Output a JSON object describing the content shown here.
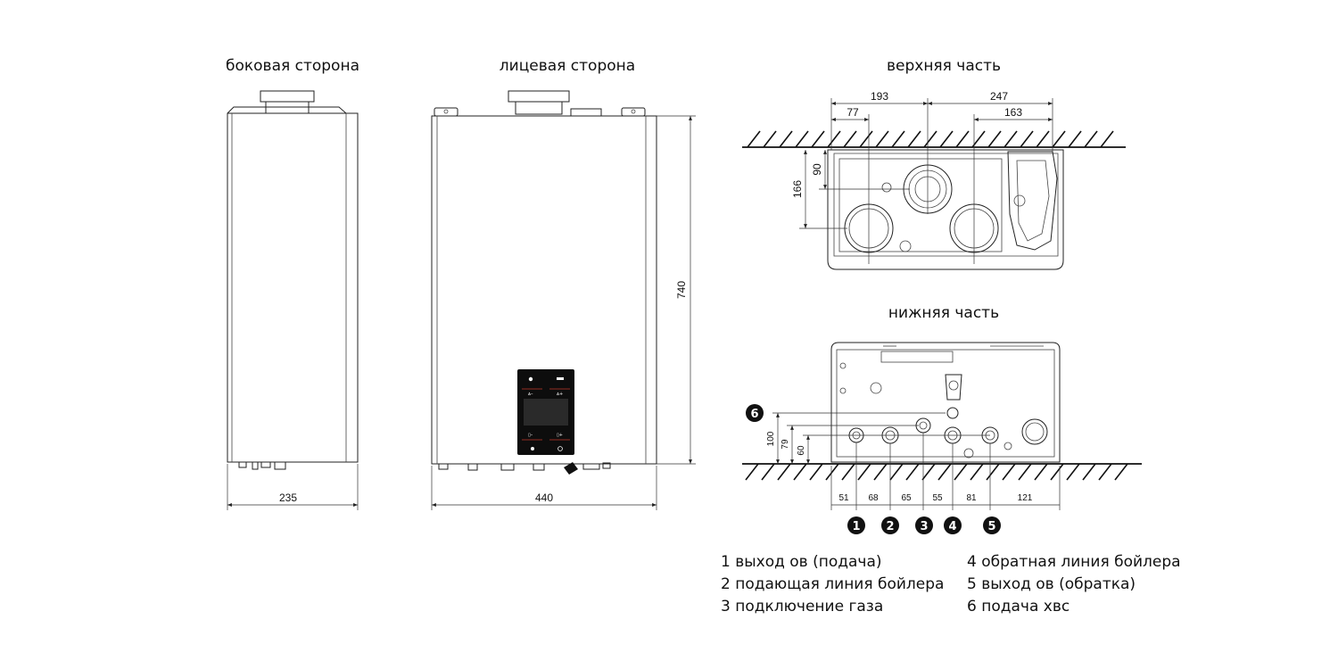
{
  "views": {
    "side": {
      "title": "боковая сторона",
      "width": "235"
    },
    "front": {
      "title": "лицевая сторона",
      "width": "440",
      "height": "740"
    },
    "top": {
      "title": "верхняя часть",
      "dims": [
        "193",
        "247",
        "77",
        "163",
        "90",
        "166"
      ]
    },
    "bottom": {
      "title": "нижняя часть",
      "h_dims": [
        "51",
        "68",
        "65",
        "55",
        "81",
        "121"
      ],
      "v_dims": [
        "100",
        "79",
        "60"
      ]
    }
  },
  "connections": [
    {
      "num": "1",
      "label": "1 выход ов (подача)"
    },
    {
      "num": "2",
      "label": "2 подающая линия бойлера"
    },
    {
      "num": "3",
      "label": "3 подключение газа"
    },
    {
      "num": "4",
      "label": "4 обратная линия бойлера"
    },
    {
      "num": "5",
      "label": "5 выход ов (обратка)"
    },
    {
      "num": "6",
      "label": "6 подача хвс"
    }
  ]
}
